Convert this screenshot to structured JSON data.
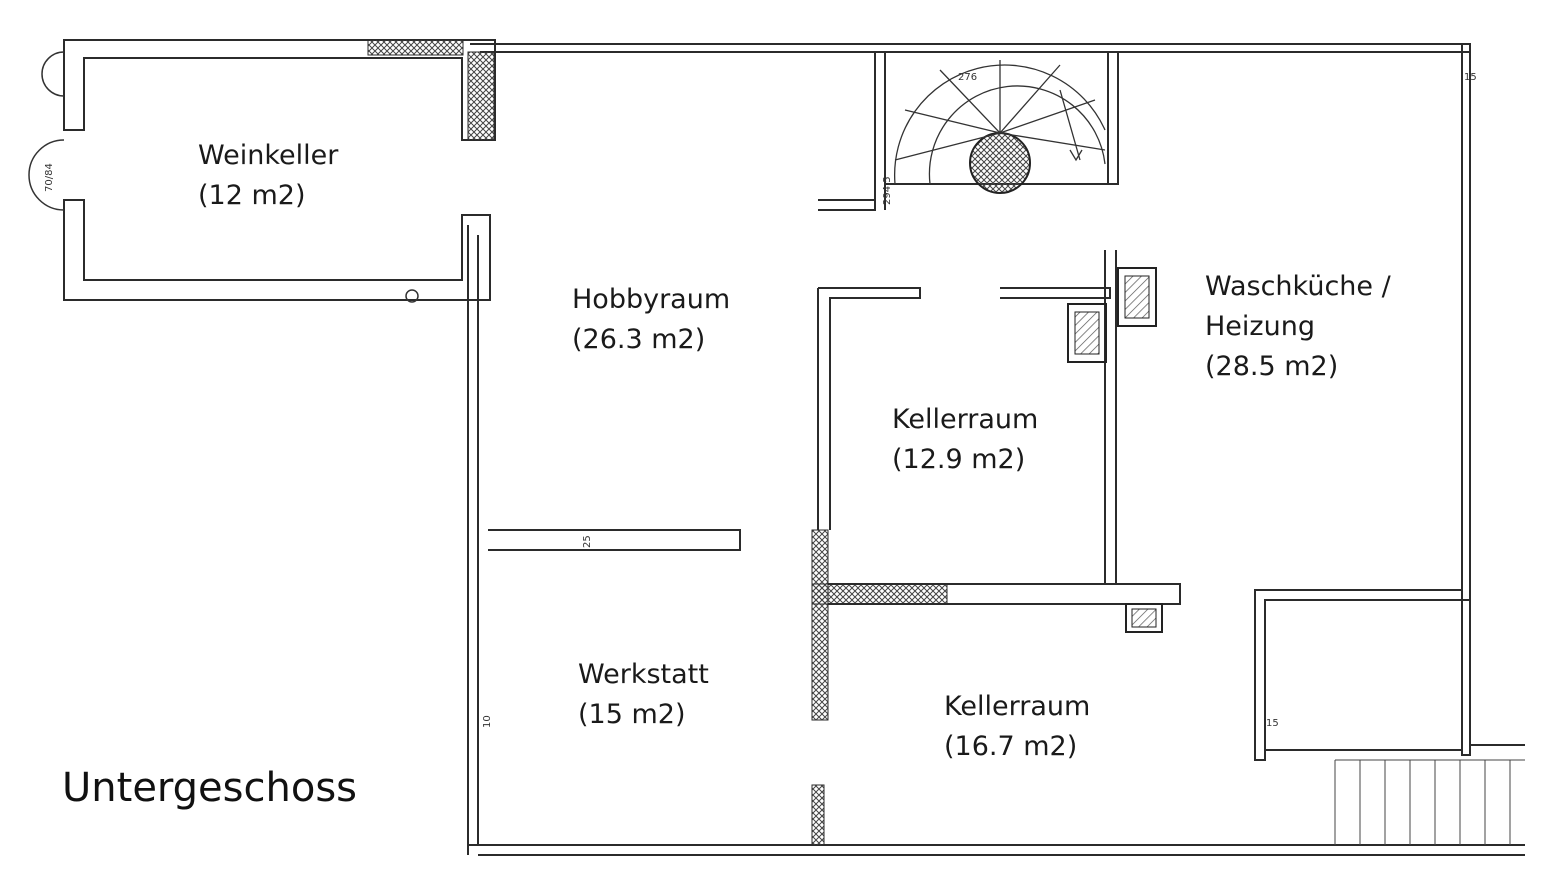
{
  "title": "Untergeschoss",
  "rooms": {
    "weinkeller": {
      "name": "Weinkeller",
      "area": "(12 m2)"
    },
    "hobbyraum": {
      "name": "Hobbyraum",
      "area": "(26.3 m2)"
    },
    "kellerraum1": {
      "name": "Kellerraum",
      "area": "(12.9 m2)"
    },
    "waschkueche": {
      "name": "Waschküche /",
      "name2": "Heizung",
      "area": "(28.5 m2)"
    },
    "werkstatt": {
      "name": "Werkstatt",
      "area": "(15 m2)"
    },
    "kellerraum2": {
      "name": "Kellerraum",
      "area": "(16.7 m2)"
    }
  },
  "dimensions": {
    "stair_width": "276",
    "stair_side": "294.5",
    "wall_25": "25",
    "wall_15a": "15",
    "wall_15b": "15",
    "wall_10": "10",
    "window": "70/84"
  },
  "colors": {
    "wall": "#2b2b2b",
    "hatch": "#555555",
    "paper": "#ffffff"
  }
}
